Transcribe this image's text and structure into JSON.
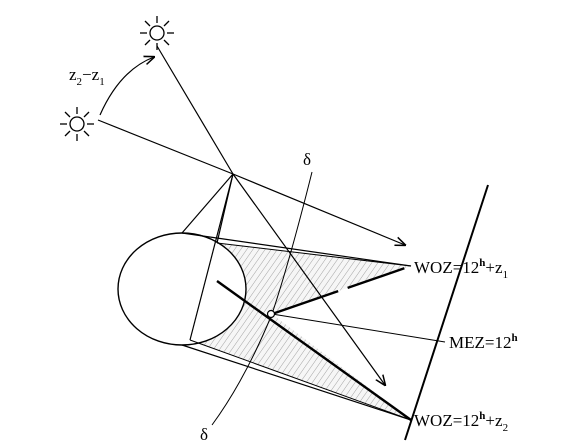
{
  "labels": {
    "z_diff": {
      "a": "z",
      "a_sub": "2",
      "minus": "−",
      "b": "z",
      "b_sub": "1"
    },
    "delta_top": "δ",
    "delta_bottom": "δ",
    "woz1": {
      "prefix": "WOZ=12",
      "sup": "h",
      "plus": "+z",
      "sub": "1"
    },
    "mez": {
      "prefix": "MEZ=12",
      "sup": "h"
    },
    "woz2": {
      "prefix": "WOZ=12",
      "sup": "h",
      "plus": "+z",
      "sub": "2"
    }
  },
  "colors": {
    "line": "#000000",
    "hatch": "#9a9a9a",
    "hatch_bg": "#f4f4f4"
  },
  "icons": [
    "sun-icon",
    "sun-icon"
  ]
}
